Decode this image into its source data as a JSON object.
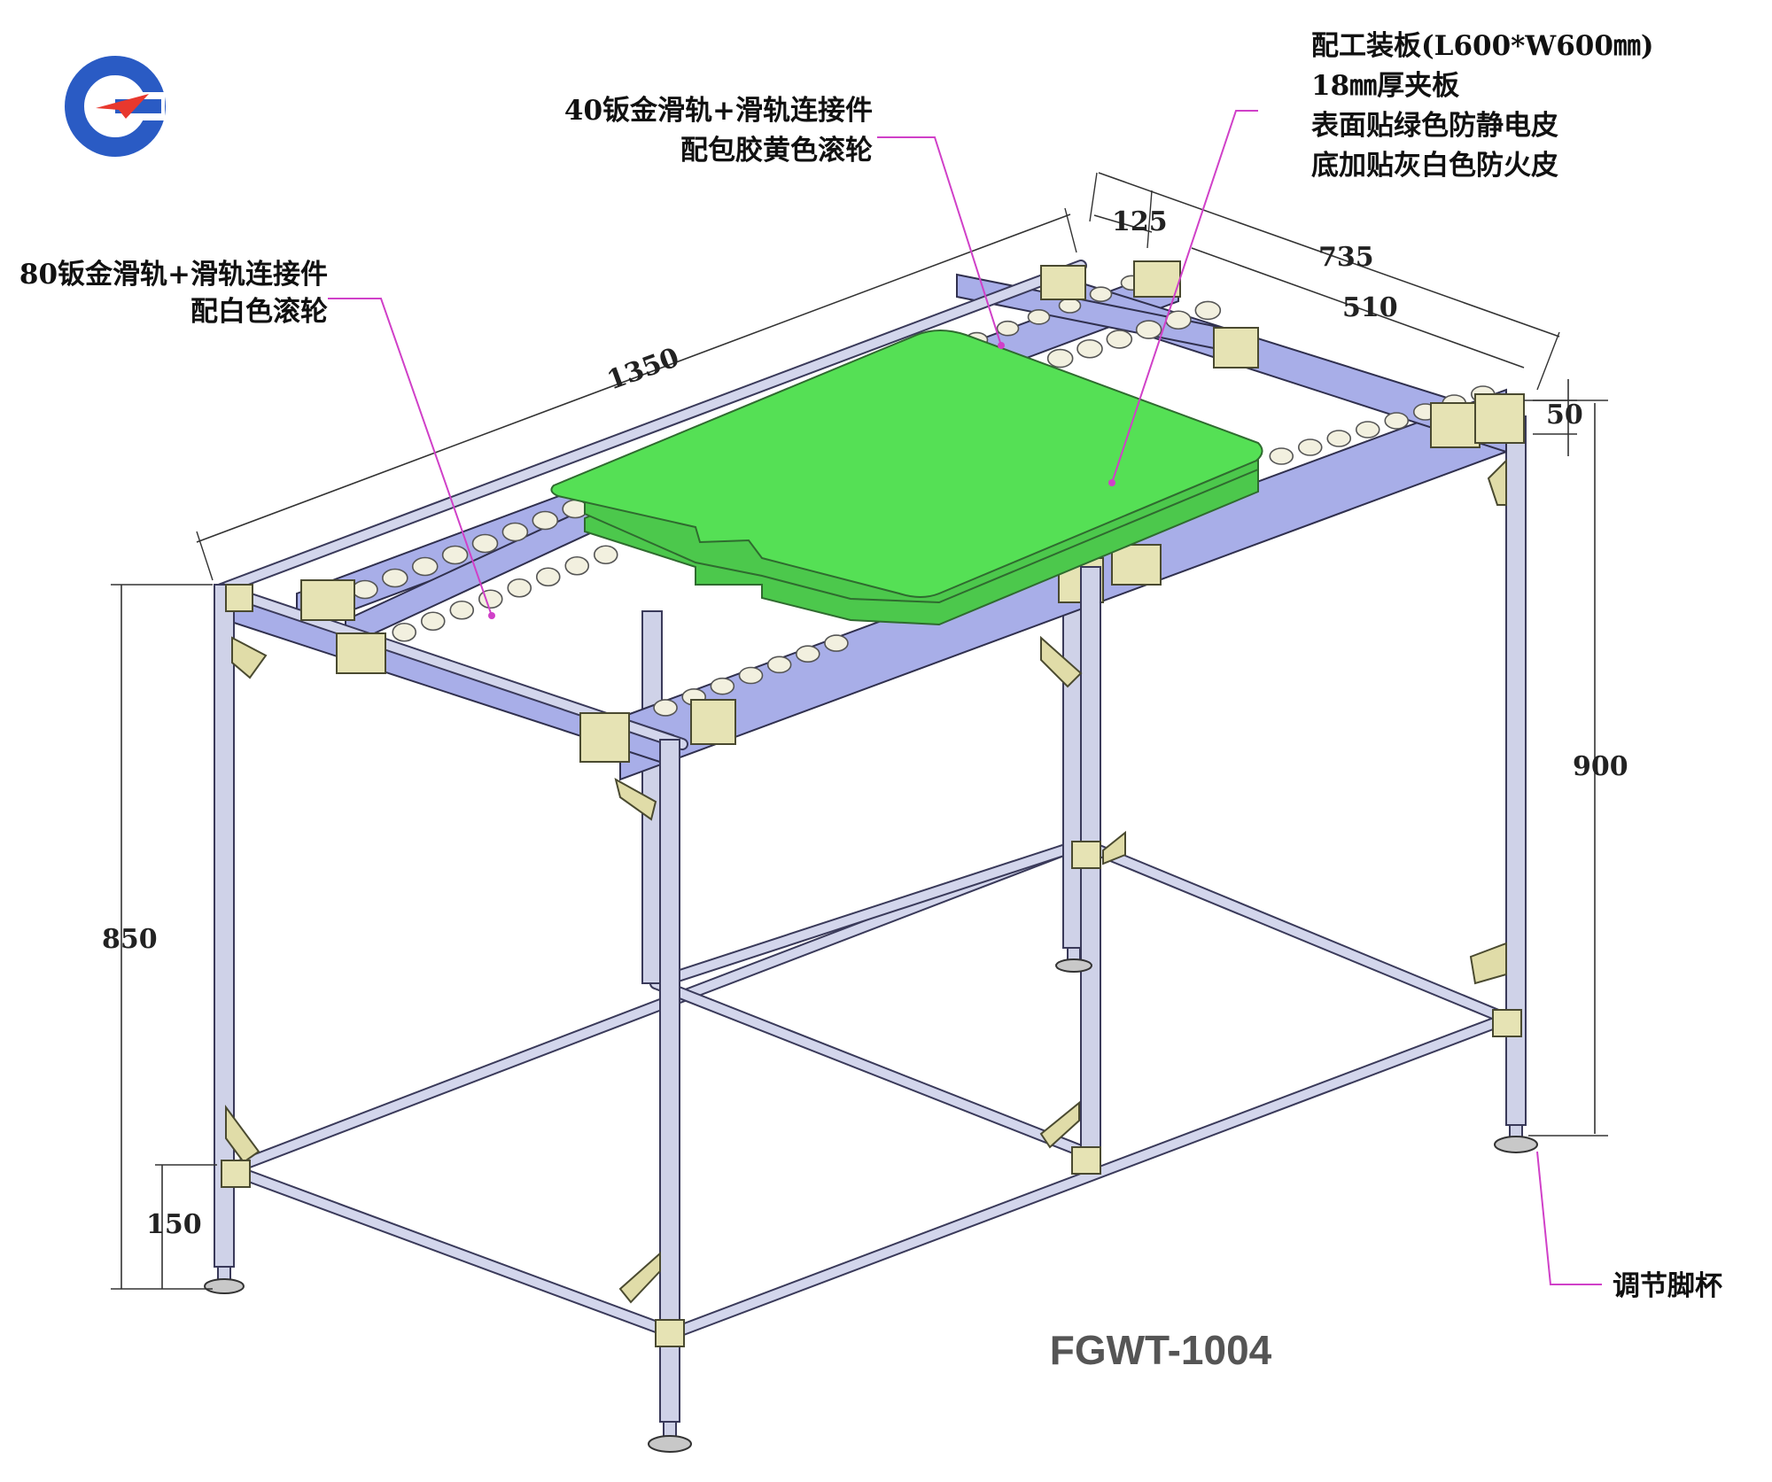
{
  "logo": {
    "name": "company-logo",
    "colors": {
      "ring": "#2a5bc4",
      "plane": "#e8382e"
    }
  },
  "model": "FGWT-1004",
  "callouts": {
    "rail80_line1": "80钣金滑轨+滑轨连接件",
    "rail80_line2": "配白色滚轮",
    "rail40_line1": "40钣金滑轨+滑轨连接件",
    "rail40_line2": "配包胶黄色滚轮",
    "board_line1": "配工装板(L600*W600㎜)",
    "board_line2": "18㎜厚夹板",
    "board_line3": "表面贴绿色防静电皮",
    "board_line4": "底加贴灰白色防火皮",
    "foot": "调节脚杯"
  },
  "dimensions": {
    "length": "1350",
    "depth": "735",
    "inner_depth": "510",
    "offset": "125",
    "top_height": "50",
    "total_height": "900",
    "leg_height": "850",
    "lower_beam": "150"
  },
  "colors": {
    "board": "#55e055",
    "rail": "#a8aee8",
    "connector": "#e6e3b4",
    "frame": "#cfd2e8",
    "leader": "#d040c8"
  }
}
